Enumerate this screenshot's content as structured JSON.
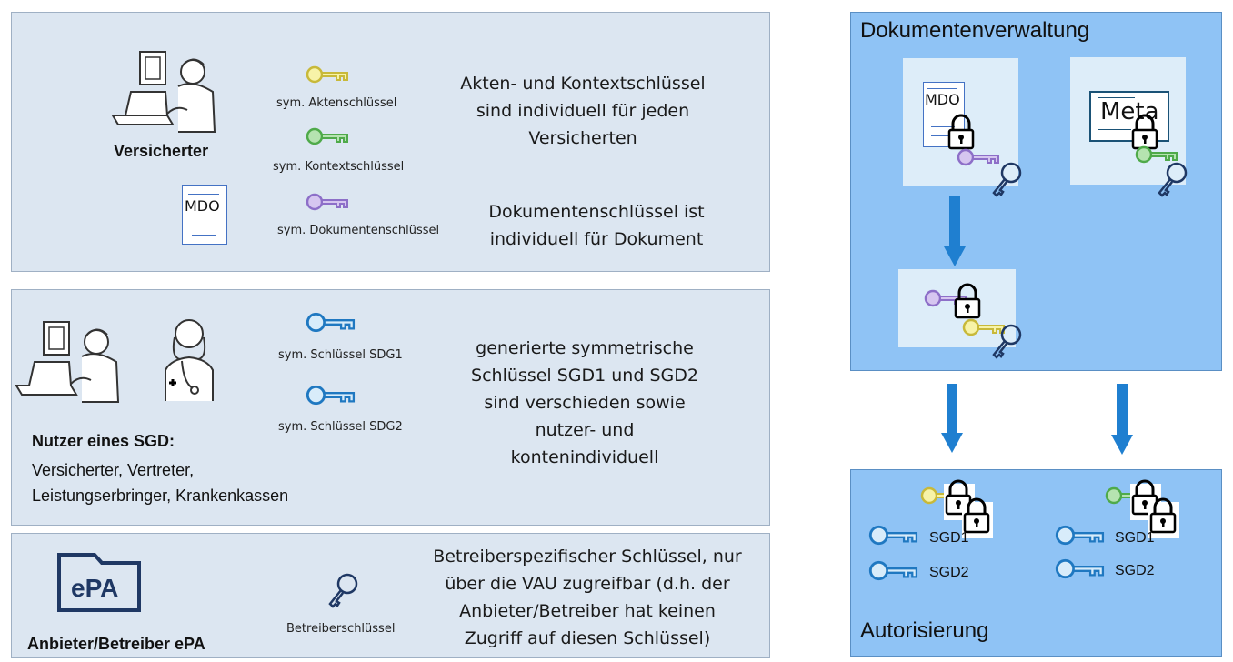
{
  "panel1": {
    "role_label": "Versicherter",
    "keys": [
      "sym. Aktenschlüssel",
      "sym. Kontextschlüssel",
      "sym. Dokumentenschlüssel"
    ],
    "doc_label": "MDO",
    "desc1": [
      "Akten- und Kontextschlüssel",
      "sind individuell für jeden",
      "Versicherten"
    ],
    "desc2": [
      "Dokumentenschlüssel ist",
      "individuell für Dokument"
    ]
  },
  "panel2": {
    "role_title": "Nutzer eines SGD:",
    "role_lines": [
      "Versicherter, Vertreter,",
      "Leistungserbringer, Krankenkassen"
    ],
    "keys": [
      "sym. Schlüssel SDG1",
      "sym. Schlüssel SDG2"
    ],
    "desc": [
      "generierte symmetrische",
      "Schlüssel SGD1 und SGD2",
      "sind verschieden sowie",
      "nutzer- und",
      "kontenindividuell"
    ]
  },
  "panel3": {
    "folder_label": "ePA",
    "role_label": "Anbieter/Betreiber ePA",
    "key_label": "Betreiberschlüssel",
    "desc": [
      "Betreiberspezifischer Schlüssel, nur",
      "über die VAU zugreifbar (d.h. der",
      "Anbieter/Betreiber hat keinen",
      "Zugriff auf diesen Schlüssel)"
    ]
  },
  "doc_panel": {
    "title": "Dokumentenverwaltung",
    "doc1_label": "MDO",
    "doc2_label": "Meta"
  },
  "auth_panel": {
    "title": "Autorisierung",
    "sgd1": "SGD1",
    "sgd2": "SGD2"
  },
  "colors": {
    "panel_bg": "#dce6f1",
    "right_bg": "#8fc3f5",
    "key_yellow": "#f7f3a8",
    "key_green": "#b5e3b0",
    "key_purple": "#d6c6f0",
    "key_blue": "#1f78c1",
    "arrow_blue": "#1f7fd0",
    "navy": "#1f3864"
  }
}
